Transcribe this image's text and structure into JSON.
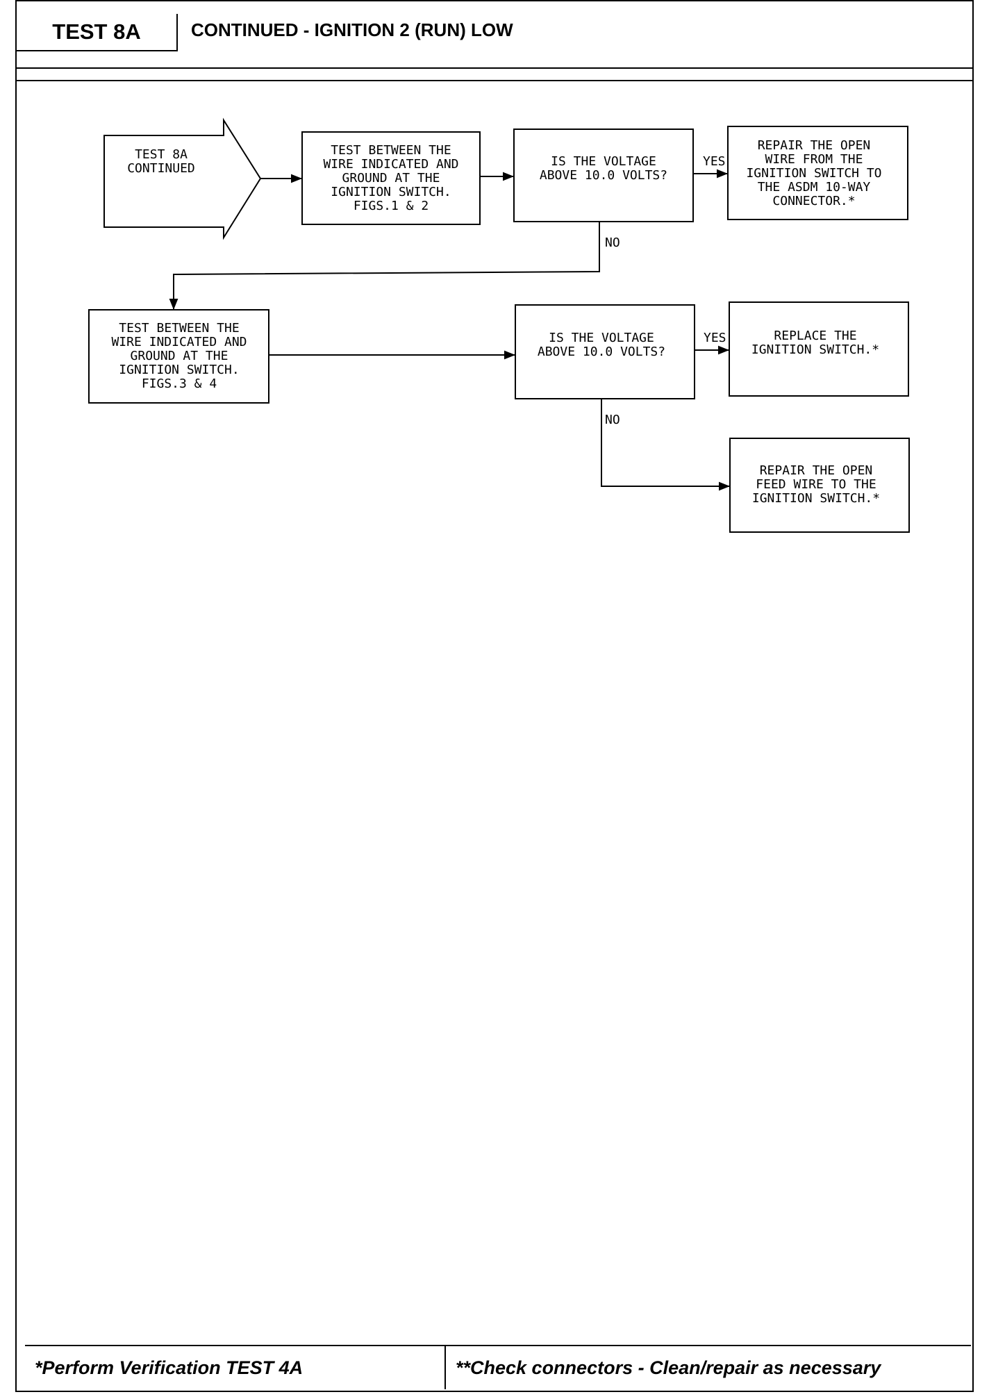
{
  "header": {
    "test_id": "TEST 8A",
    "title": "CONTINUED - IGNITION 2 (RUN) LOW"
  },
  "flowchart": {
    "start": [
      "TEST 8A",
      "CONTINUED"
    ],
    "step1": [
      "TEST BETWEEN THE",
      "WIRE INDICATED AND",
      "GROUND AT THE",
      "IGNITION SWITCH.",
      "FIGS.1 & 2"
    ],
    "decision1": [
      "IS THE VOLTAGE",
      "ABOVE 10.0 VOLTS?"
    ],
    "result1": [
      "REPAIR THE OPEN",
      "WIRE FROM THE",
      "IGNITION SWITCH TO",
      "THE ASDM 10-WAY",
      "CONNECTOR.*"
    ],
    "step2": [
      "TEST BETWEEN THE",
      "WIRE INDICATED AND",
      "GROUND AT THE",
      "IGNITION SWITCH.",
      "FIGS.3 & 4"
    ],
    "decision2": [
      "IS THE VOLTAGE",
      "ABOVE 10.0 VOLTS?"
    ],
    "result2": [
      "REPLACE THE",
      "IGNITION SWITCH.*"
    ],
    "result3": [
      "REPAIR THE OPEN",
      "FEED WIRE TO THE",
      "IGNITION SWITCH.*"
    ],
    "yes_label": "YES",
    "no_label": "NO"
  },
  "footer": {
    "left": "*Perform Verification  TEST 4A",
    "right": "**Check connectors - Clean/repair as necessary"
  }
}
